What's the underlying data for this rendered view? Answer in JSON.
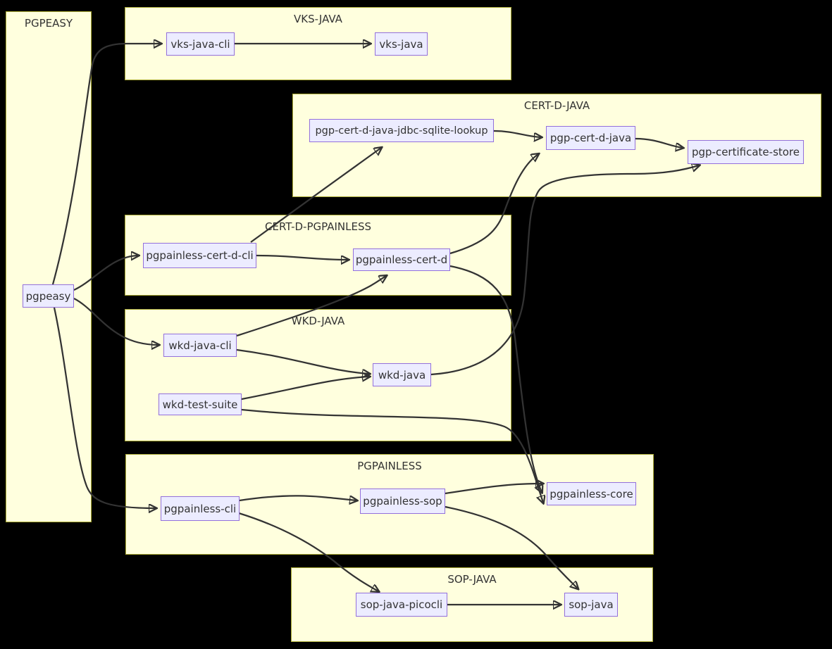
{
  "diagram": {
    "type": "dependency-flowchart",
    "background_color": "#000000",
    "cluster_fill": "#ffffde",
    "cluster_border": "#aaaa33",
    "node_fill": "#ECECFF",
    "node_border": "#9370DB",
    "edge_color": "#333333",
    "text_color": "#333333"
  },
  "clusters": {
    "pgpeasy": {
      "title": "PGPEASY"
    },
    "vks_java": {
      "title": "VKS-JAVA"
    },
    "cert_d_java": {
      "title": "CERT-D-JAVA"
    },
    "cert_d_pgpainless": {
      "title": "CERT-D-PGPAINLESS"
    },
    "wkd_java": {
      "title": "WKD-JAVA"
    },
    "pgpainless": {
      "title": "PGPAINLESS"
    },
    "sop_java": {
      "title": "SOP-JAVA"
    }
  },
  "nodes": {
    "pgpeasy": {
      "label": "pgpeasy"
    },
    "vks_java_cli": {
      "label": "vks-java-cli"
    },
    "vks_java": {
      "label": "vks-java"
    },
    "jdbc_sqlite_lookup": {
      "label": "pgp-cert-d-java-jdbc-sqlite-lookup"
    },
    "pgp_cert_d_java": {
      "label": "pgp-cert-d-java"
    },
    "pgp_certificate_store": {
      "label": "pgp-certificate-store"
    },
    "pgpainless_cert_d_cli": {
      "label": "pgpainless-cert-d-cli"
    },
    "pgpainless_cert_d": {
      "label": "pgpainless-cert-d"
    },
    "wkd_java_cli": {
      "label": "wkd-java-cli"
    },
    "wkd_java": {
      "label": "wkd-java"
    },
    "wkd_test_suite": {
      "label": "wkd-test-suite"
    },
    "pgpainless_cli": {
      "label": "pgpainless-cli"
    },
    "pgpainless_sop": {
      "label": "pgpainless-sop"
    },
    "pgpainless_core": {
      "label": "pgpainless-core"
    },
    "sop_java_picocli": {
      "label": "sop-java-picocli"
    },
    "sop_java": {
      "label": "sop-java"
    }
  },
  "edges": [
    {
      "from": "pgpeasy",
      "to": "vks-java-cli"
    },
    {
      "from": "pgpeasy",
      "to": "pgpainless-cert-d-cli"
    },
    {
      "from": "pgpeasy",
      "to": "wkd-java-cli"
    },
    {
      "from": "pgpeasy",
      "to": "pgpainless-cli"
    },
    {
      "from": "vks-java-cli",
      "to": "vks-java"
    },
    {
      "from": "pgpainless-cert-d-cli",
      "to": "pgp-cert-d-java-jdbc-sqlite-lookup"
    },
    {
      "from": "pgpainless-cert-d-cli",
      "to": "pgpainless-cert-d"
    },
    {
      "from": "pgp-cert-d-java-jdbc-sqlite-lookup",
      "to": "pgp-cert-d-java"
    },
    {
      "from": "pgp-cert-d-java",
      "to": "pgp-certificate-store"
    },
    {
      "from": "pgpainless-cert-d",
      "to": "pgp-cert-d-java"
    },
    {
      "from": "pgpainless-cert-d",
      "to": "pgpainless-core"
    },
    {
      "from": "wkd-java-cli",
      "to": "pgpainless-cert-d"
    },
    {
      "from": "wkd-java-cli",
      "to": "wkd-java"
    },
    {
      "from": "wkd-test-suite",
      "to": "wkd-java"
    },
    {
      "from": "wkd-test-suite",
      "to": "pgpainless-core"
    },
    {
      "from": "wkd-java",
      "to": "pgp-certificate-store"
    },
    {
      "from": "pgpainless-cli",
      "to": "pgpainless-sop"
    },
    {
      "from": "pgpainless-cli",
      "to": "sop-java-picocli"
    },
    {
      "from": "pgpainless-sop",
      "to": "pgpainless-core"
    },
    {
      "from": "pgpainless-sop",
      "to": "sop-java"
    },
    {
      "from": "sop-java-picocli",
      "to": "sop-java"
    }
  ]
}
